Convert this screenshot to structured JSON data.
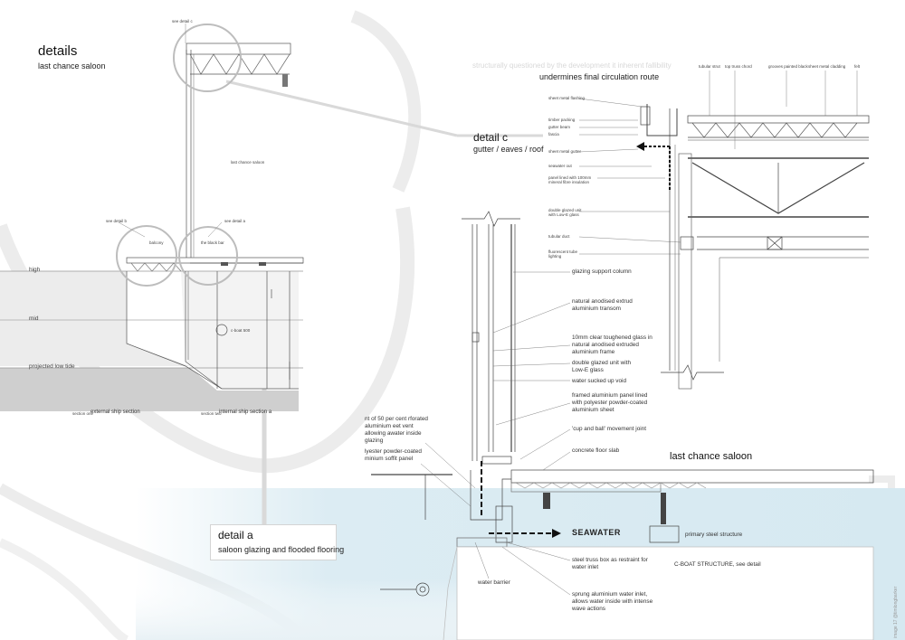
{
  "header": {
    "title": "details",
    "subtitle": "last chance saloon",
    "ghost_text": "structurally questioned by the development it inherent fallibility",
    "route_text": "undermines final circulation route"
  },
  "detail_c": {
    "title": "detail c",
    "subtitle": "gutter / eaves / roof"
  },
  "detail_a": {
    "title": "detail a",
    "subtitle": "saloon glazing and flooded flooring"
  },
  "section": {
    "see_detail_c": "see detail c",
    "see_detail_b": "see detail b",
    "see_detail_a": "see detail a",
    "space_label": "last chance saloon",
    "balcony": "balcony",
    "black_bar": "the black bar",
    "cboat": "c-boat 500",
    "level_high": "high",
    "level_mid": "mid",
    "level_low": "projected low tide",
    "caption_left_tag": "section one",
    "caption_left": "external ship section",
    "caption_right_tag": "section two",
    "caption_right": "internal ship section a"
  },
  "gutter_annotations": [
    "sheet metal flashing",
    "timber packing",
    "gutter beam",
    "fascia",
    "sheet metal gutter",
    "seawater out",
    "panel lined with 100mm mineral fibre insulation",
    "double glazed unit with Low-E glass",
    "tubular duct",
    "fluorescent tube lighting"
  ],
  "roof_annotations": [
    "tubular strut",
    "top truss chord",
    "grooves painted black",
    "sheet metal cladding",
    "felt"
  ],
  "glazing_annotations": [
    "glazing support column",
    "natural anodised extrud aluminium transom",
    "10mm clear toughened glass in natural anodised extruded aluminium frame",
    "double glazed unit with Low-E glass",
    "water sucked up void",
    "framed aluminium panel lined with polyester powder-coated aluminium sheet",
    "'cup and ball' movement joint",
    "concrete floor slab"
  ],
  "left_annotations": [
    "nt of 50 per cent rforated aluminium eet vent allowing awater inside glazing",
    "lyester powder-coated minium soffit panel"
  ],
  "lower_annotations": {
    "space_label": "last chance saloon",
    "seawater": "SEAWATER",
    "primary_steel": "primary steel structure",
    "truss_box": "steel truss box as restraint for water inlet",
    "cboat_structure": "C-BOAT STRUCTURE, see detail",
    "water_barrier": "water barrier",
    "water_inlet": "sprung aluminium water inlet, allows water inside with intense wave actions"
  },
  "page_tag": "image 17 @timlongbarker"
}
